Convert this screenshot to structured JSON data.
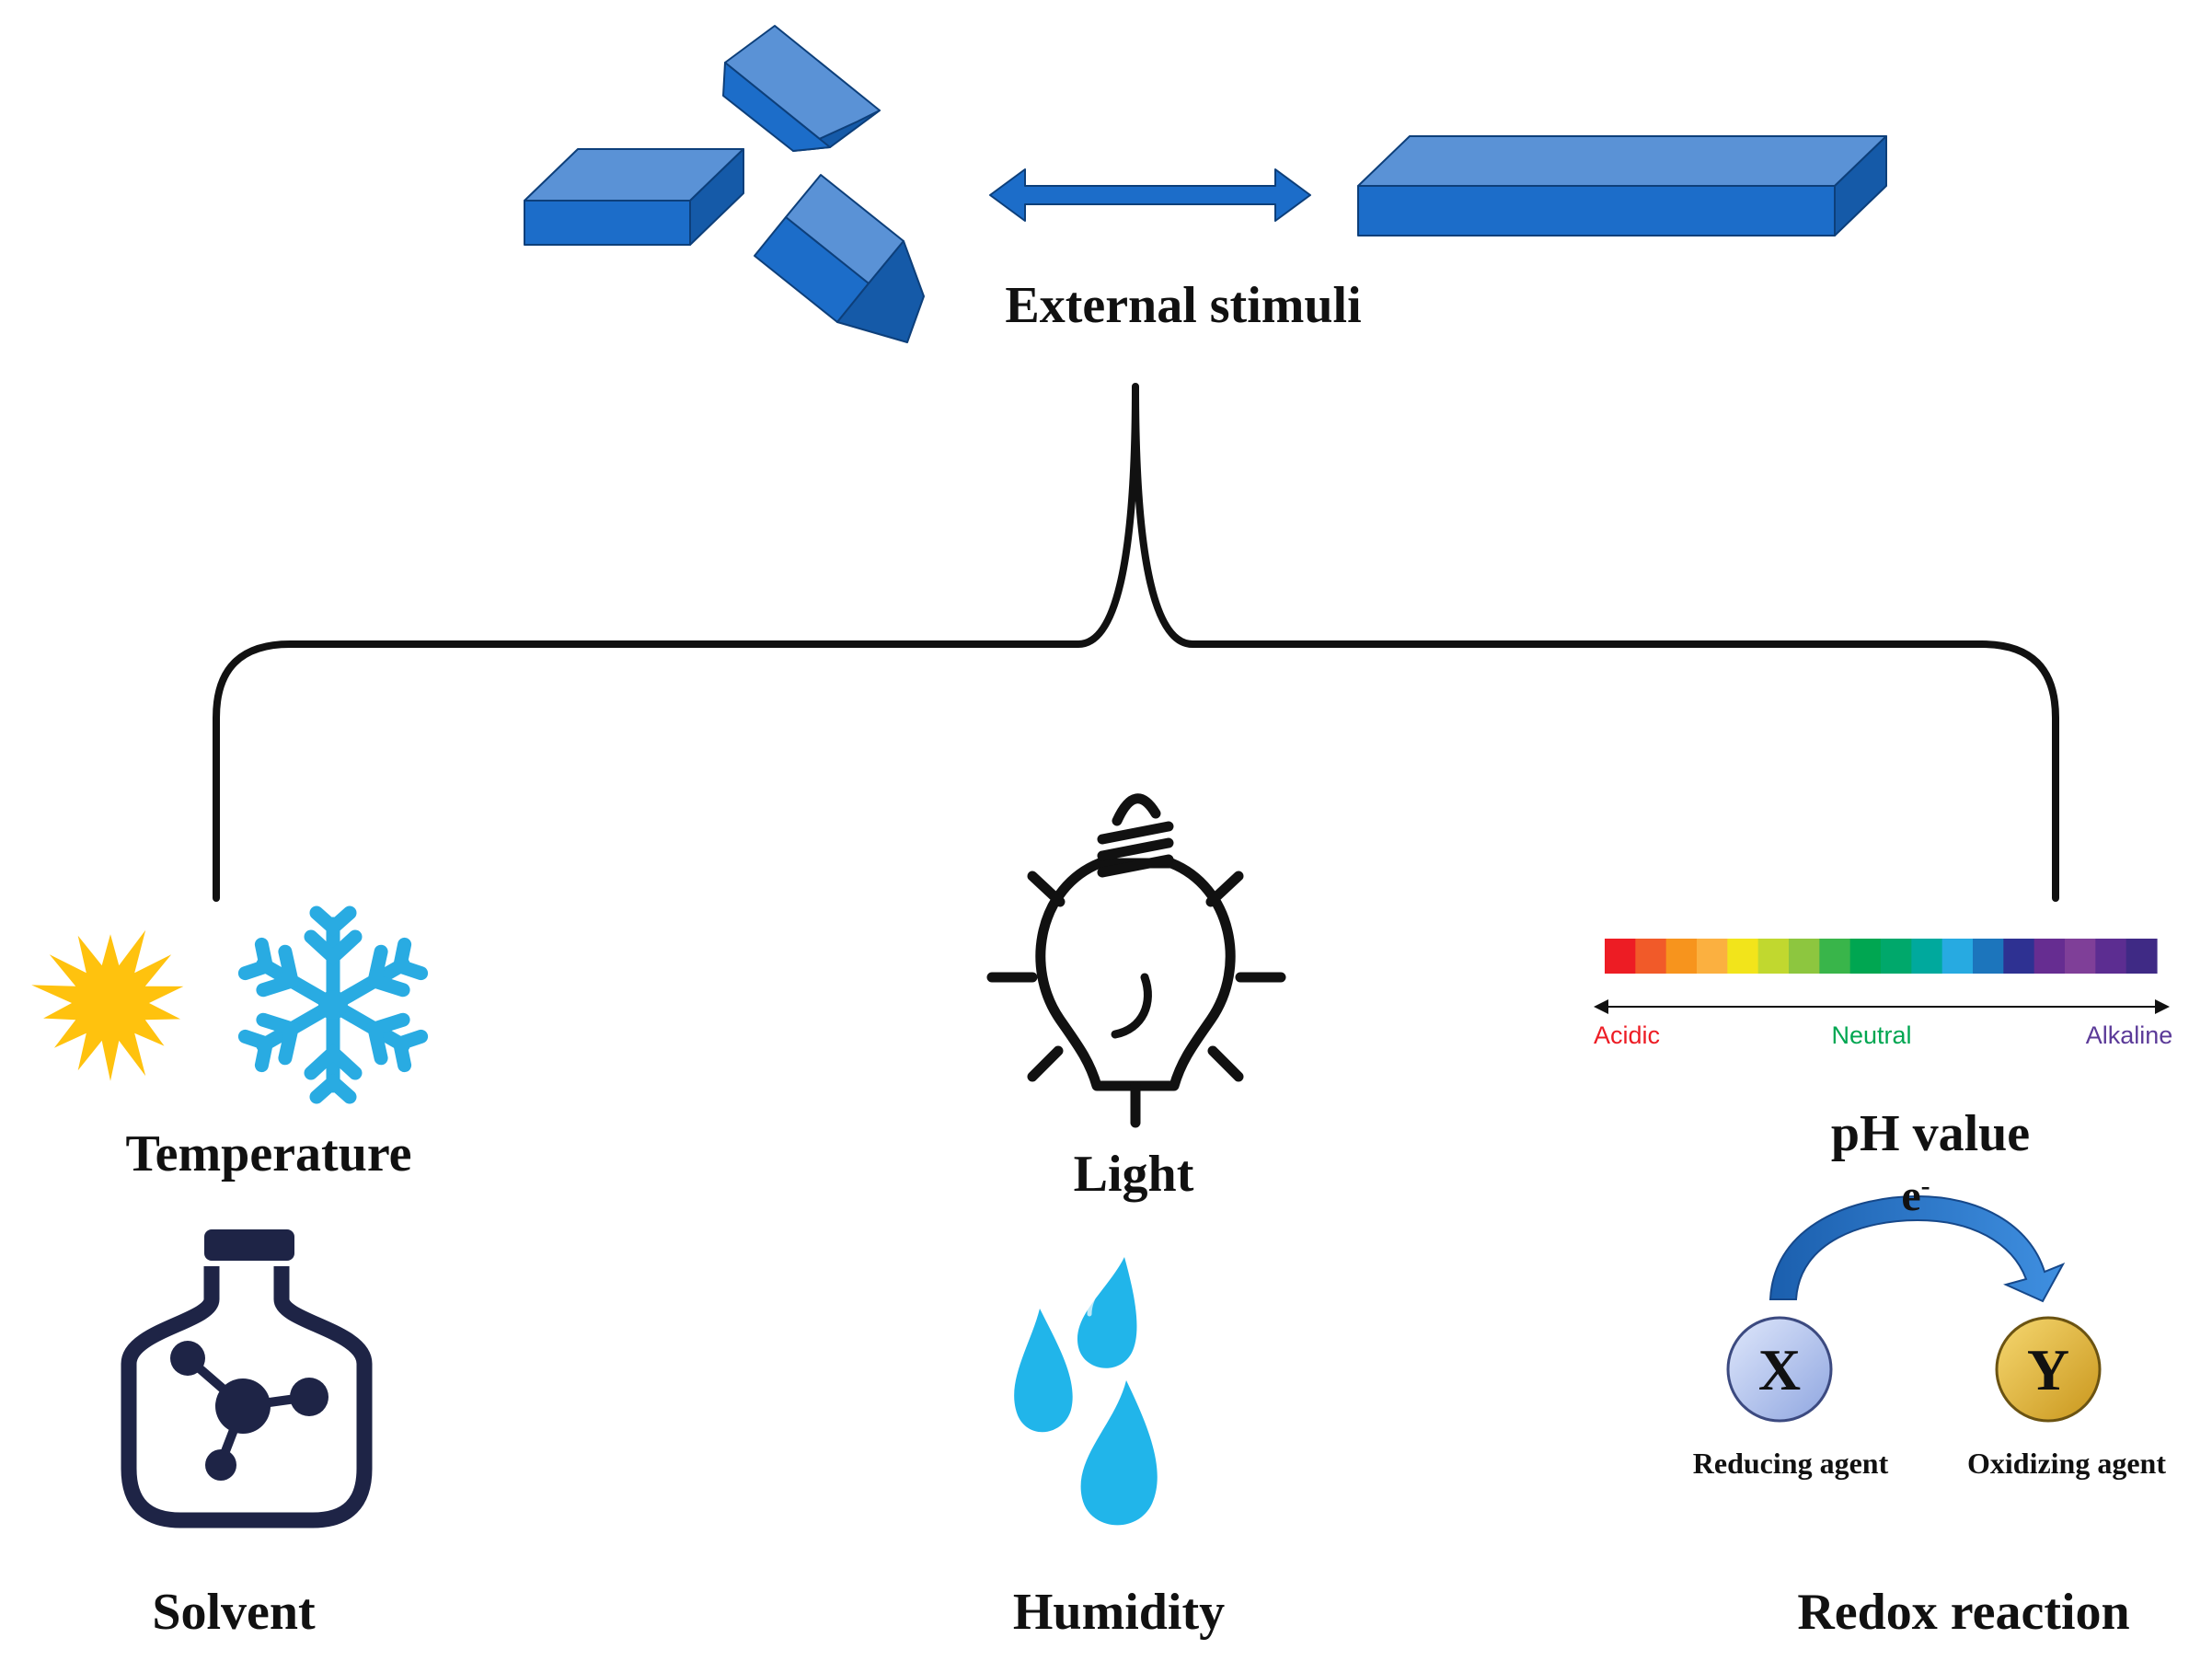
{
  "title": "External stimuli",
  "stimuli": {
    "temperature": "Temperature",
    "light": "Light",
    "ph": "pH value",
    "solvent": "Solvent",
    "humidity": "Humidity",
    "redox": "Redox reaction"
  },
  "ph_scale": {
    "acidic": "Acidic",
    "neutral": "Neutral",
    "alkaline": "Alkaline",
    "colors": [
      "#ed1c24",
      "#f15a29",
      "#f7941d",
      "#fbb040",
      "#f2e41b",
      "#c1d82f",
      "#8dc63f",
      "#39b54a",
      "#00a651",
      "#00a86b",
      "#00a99d",
      "#27aae1",
      "#1c75bc",
      "#2e3192",
      "#662d91",
      "#7f3f98",
      "#5c2d91",
      "#3f2a85"
    ],
    "acidic_color": "#ed1c24",
    "neutral_color": "#00a651",
    "alkaline_color": "#5b3a98"
  },
  "redox": {
    "electron": "e",
    "electron_sup": "-",
    "x": "X",
    "y": "Y",
    "x_label": "Reducing agent",
    "y_label": "Oxidizing agent"
  },
  "colors": {
    "block_front": "#1c6dc9",
    "block_top": "#5a92d6",
    "block_side": "#155aa8",
    "sun": "#ffc20e",
    "snowflake": "#29abe2",
    "water": "#21b5ea",
    "jar": "#1e2446",
    "x_node": "#b9c9ee",
    "y_node": "#e0b53a"
  }
}
